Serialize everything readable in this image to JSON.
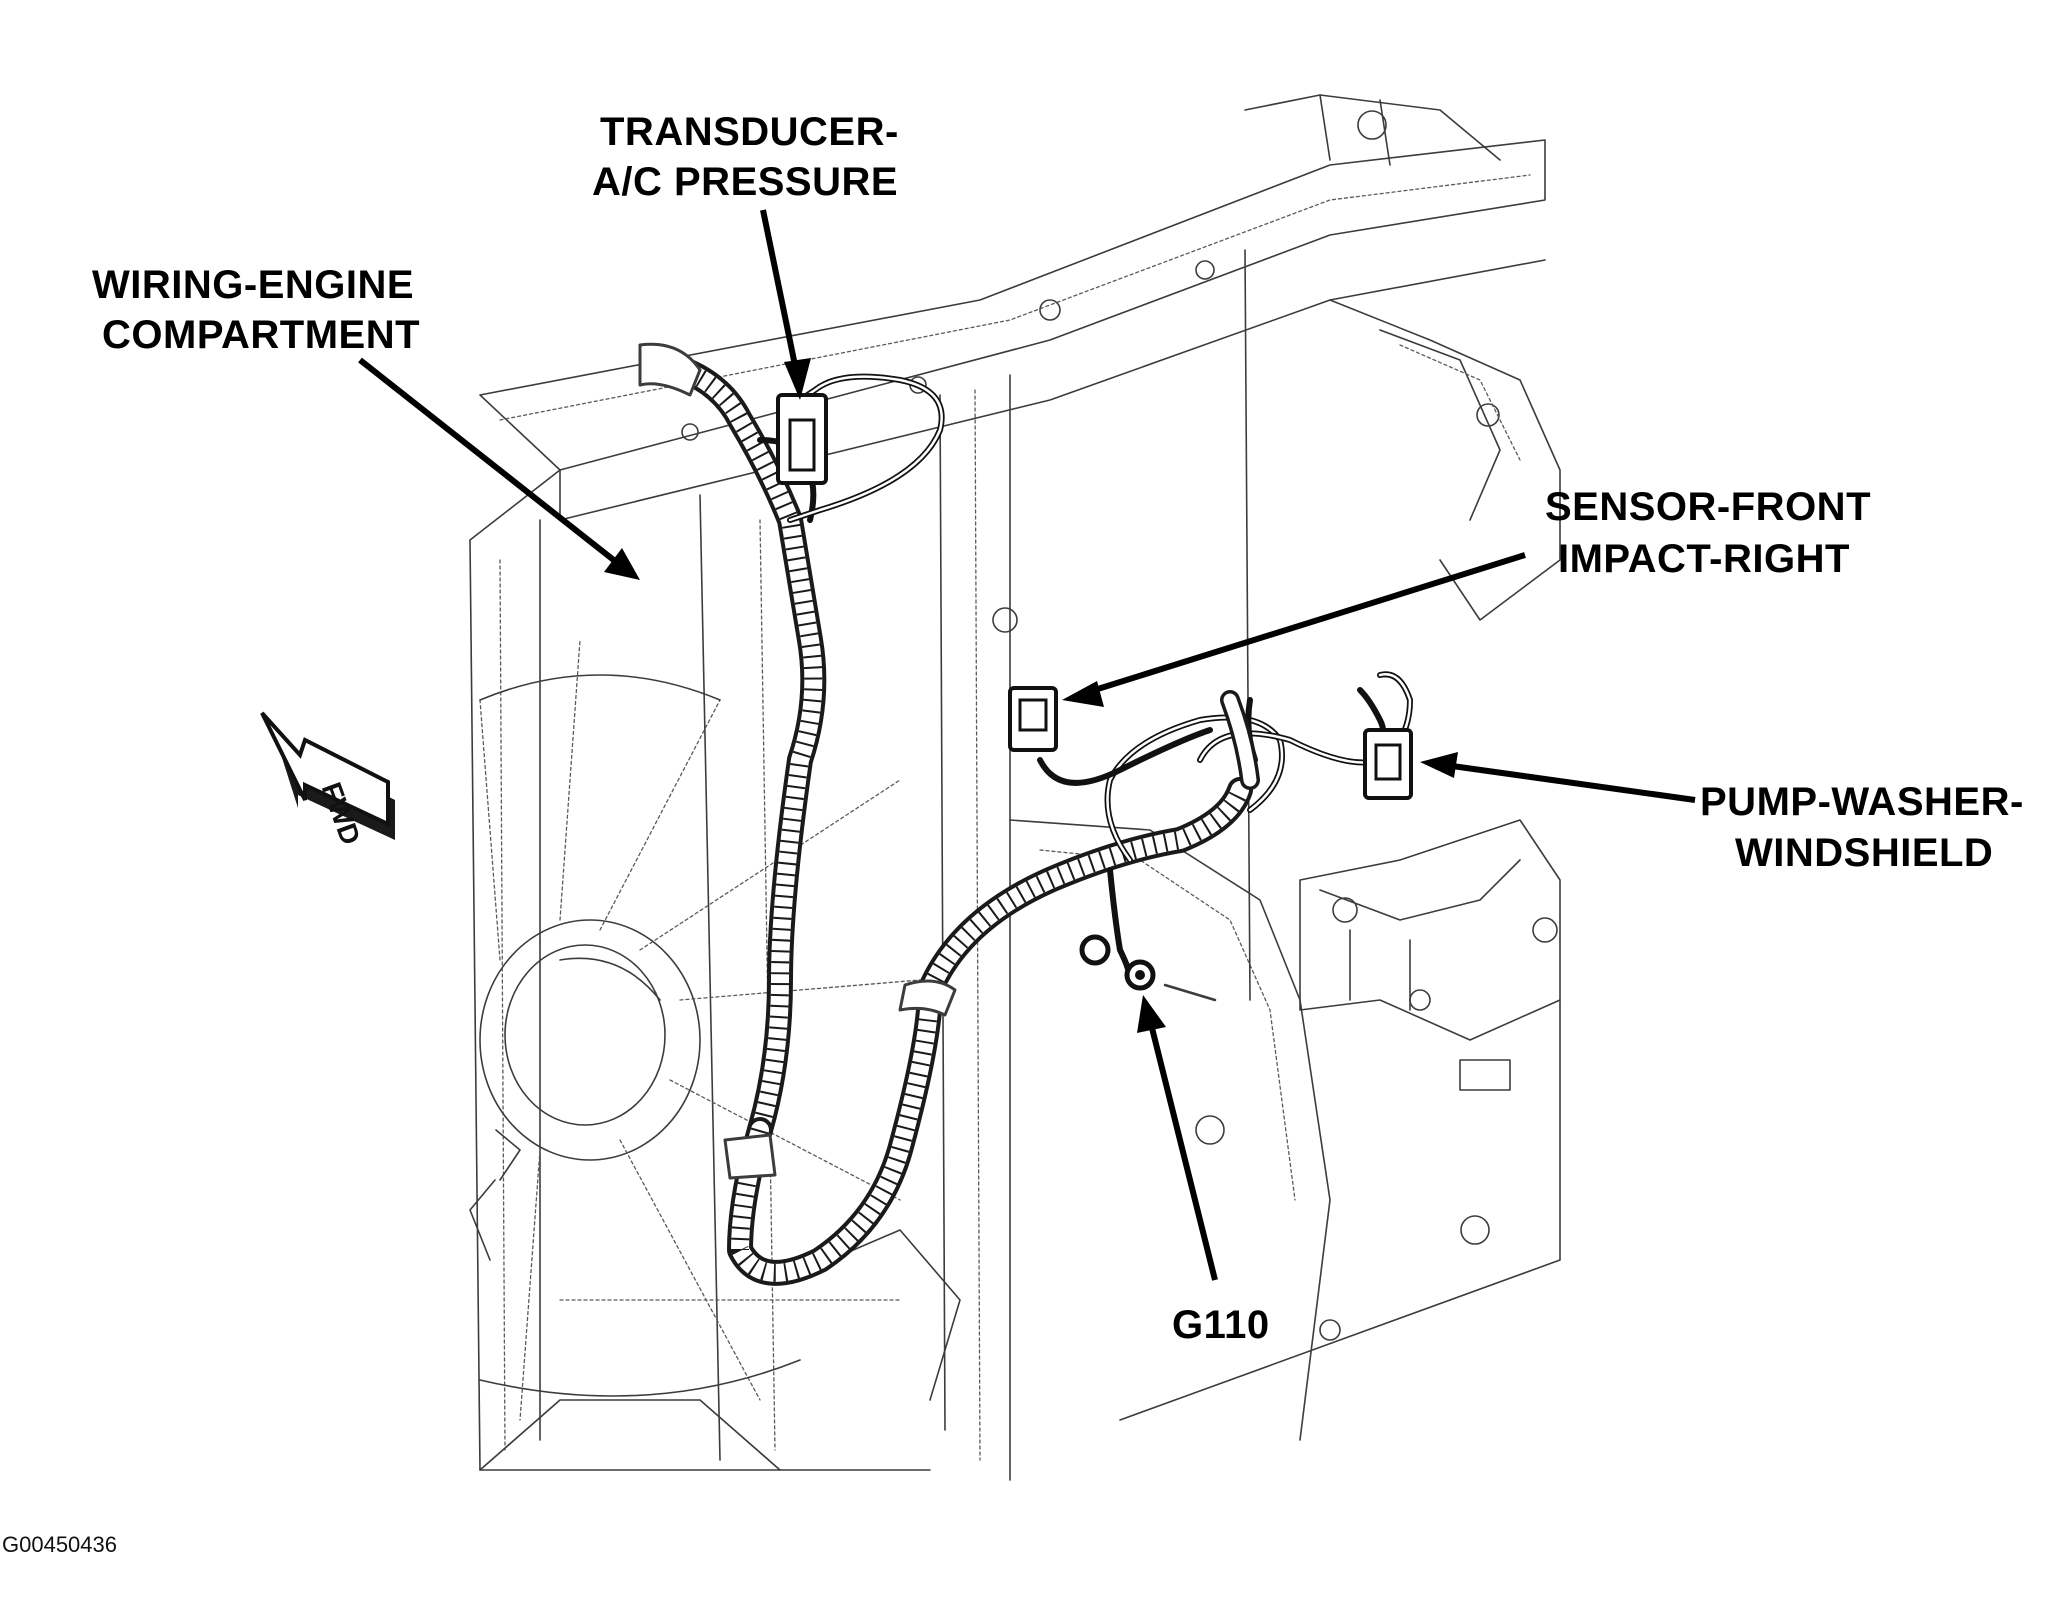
{
  "labels": {
    "transducer_line1": "TRANSDUCER-",
    "transducer_line2": "A/C PRESSURE",
    "wiring_line1": "WIRING-ENGINE",
    "wiring_line2": "COMPARTMENT",
    "sensor_line1": "SENSOR-FRONT",
    "sensor_line2": "IMPACT-RIGHT",
    "pump_line1": "PUMP-WASHER-",
    "pump_line2": "WINDSHIELD",
    "ground": "G110"
  },
  "direction_arrow": {
    "text": "FWD",
    "icon": "forward-direction-arrow-icon"
  },
  "figure_id": "G00450436"
}
